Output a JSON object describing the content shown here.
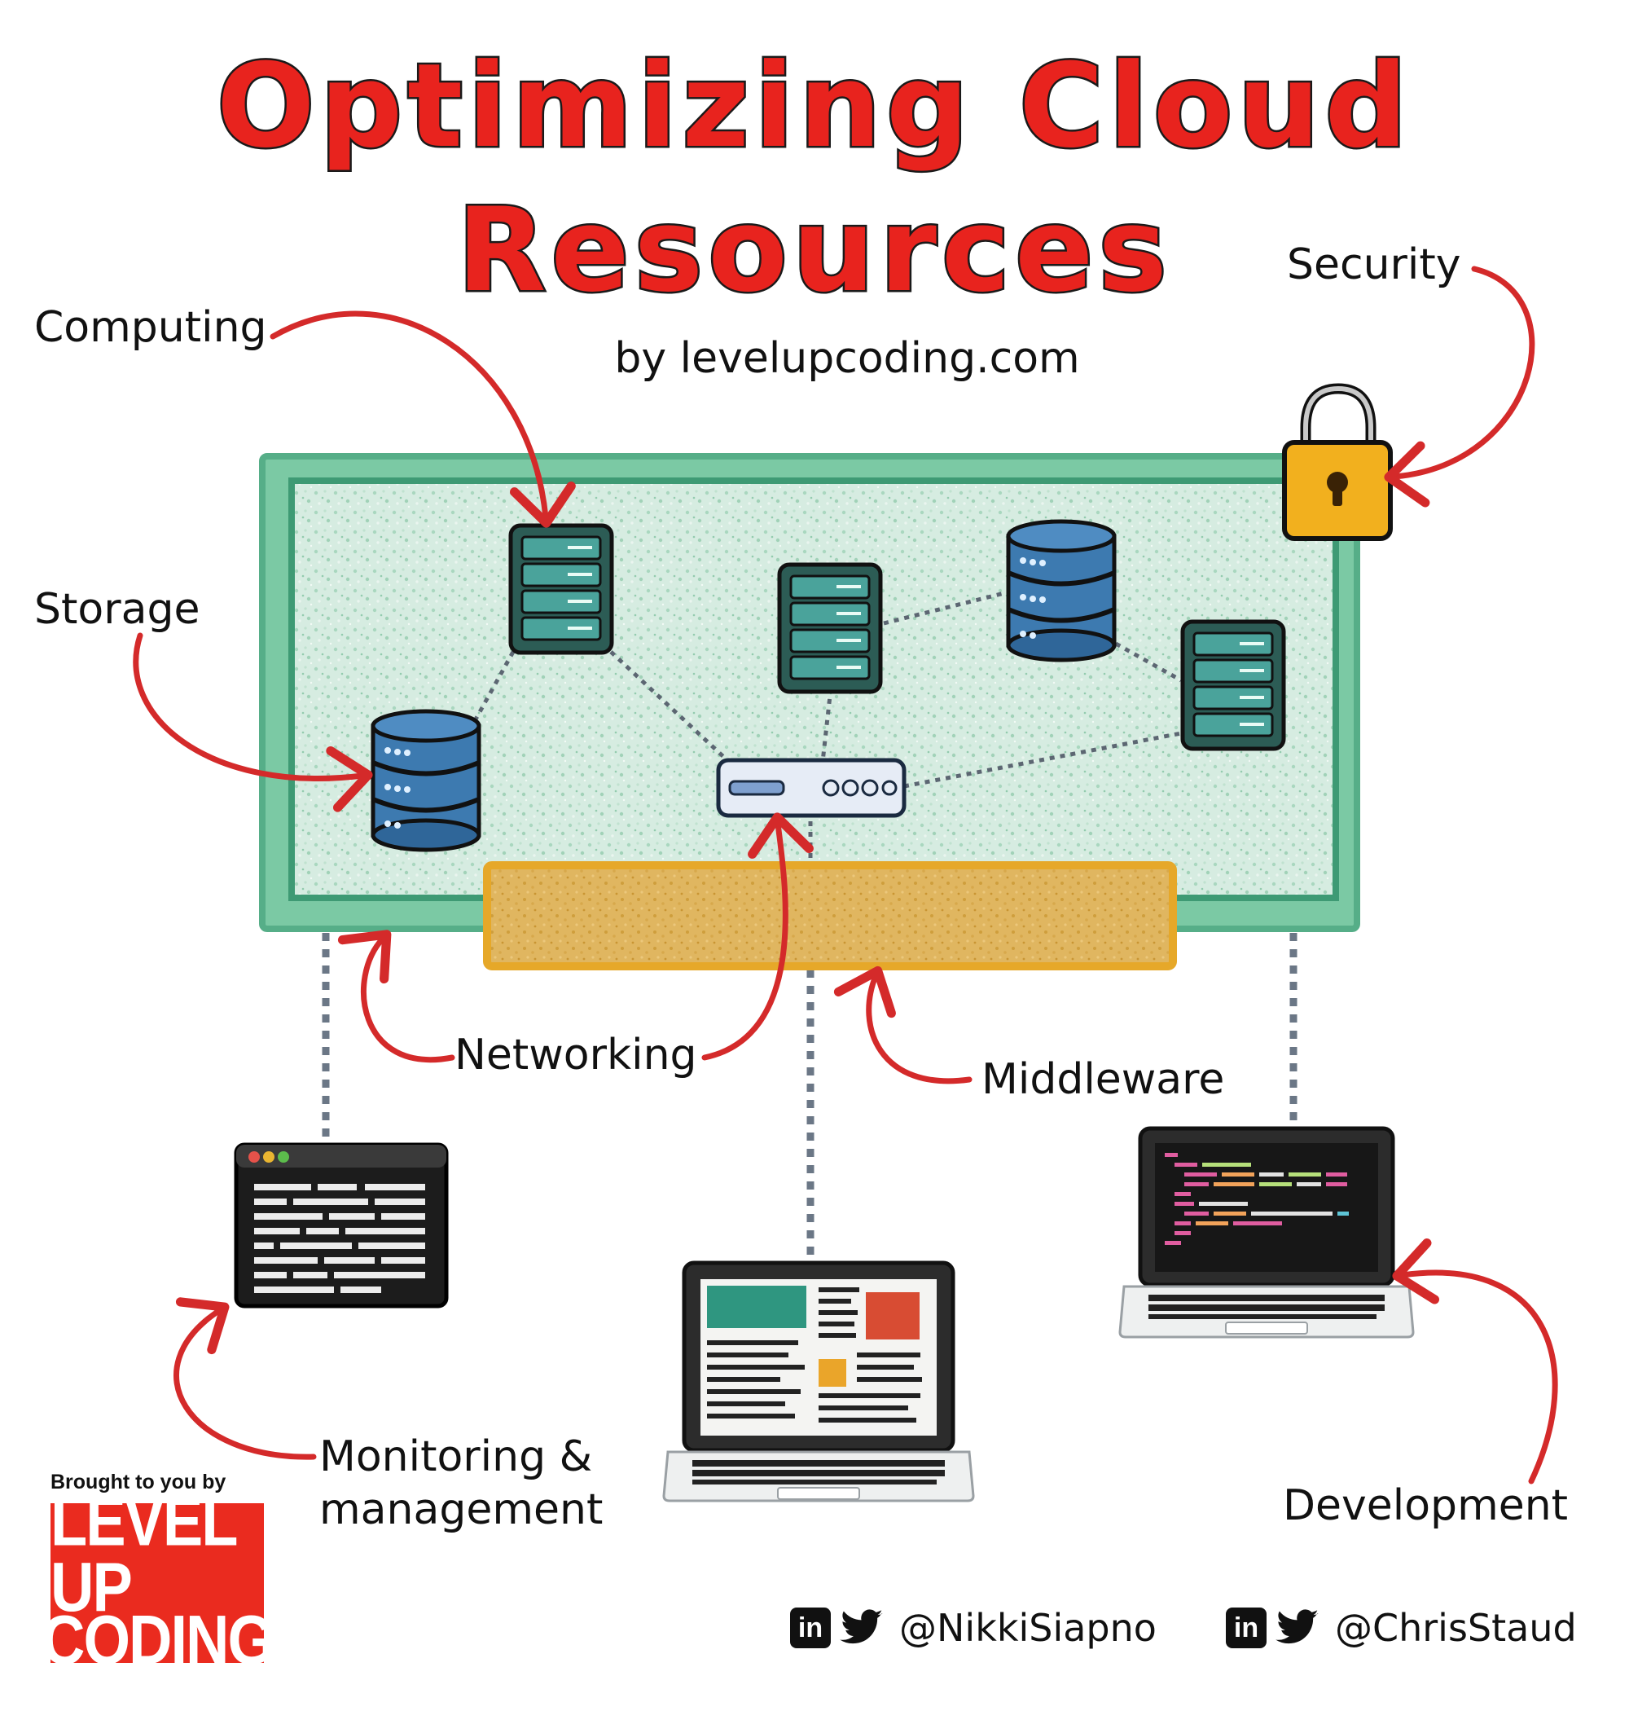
{
  "title": {
    "line1": "Optimizing Cloud",
    "line2": "Resources"
  },
  "byline": "by levelupcoding.com",
  "labels": {
    "computing": "Computing",
    "storage": "Storage",
    "security": "Security",
    "networking": "Networking",
    "middleware": "Middleware",
    "monitoring_line1": "Monitoring &",
    "monitoring_line2": "management",
    "development": "Development"
  },
  "branding": {
    "brought_by": "Brought to you by",
    "logo_line1": "LEVEL UP",
    "logo_line2": "CODING"
  },
  "social": [
    {
      "li": "in",
      "handle": "@NikkiSiapno"
    },
    {
      "li": "in",
      "handle": "@ChrisStaud"
    }
  ],
  "colors": {
    "accent_red": "#e8231e",
    "cloud_green": "#6cc79f",
    "middleware_gold": "#e5b032",
    "server_teal": "#2c5c55",
    "db_blue": "#3d7ab0",
    "lock_gold": "#f2b01e"
  },
  "icons": [
    "padlock-icon",
    "server-icon",
    "database-icon",
    "router-icon",
    "terminal-window-icon",
    "laptop-dashboard-icon",
    "laptop-code-icon",
    "linkedin-icon",
    "twitter-icon"
  ]
}
